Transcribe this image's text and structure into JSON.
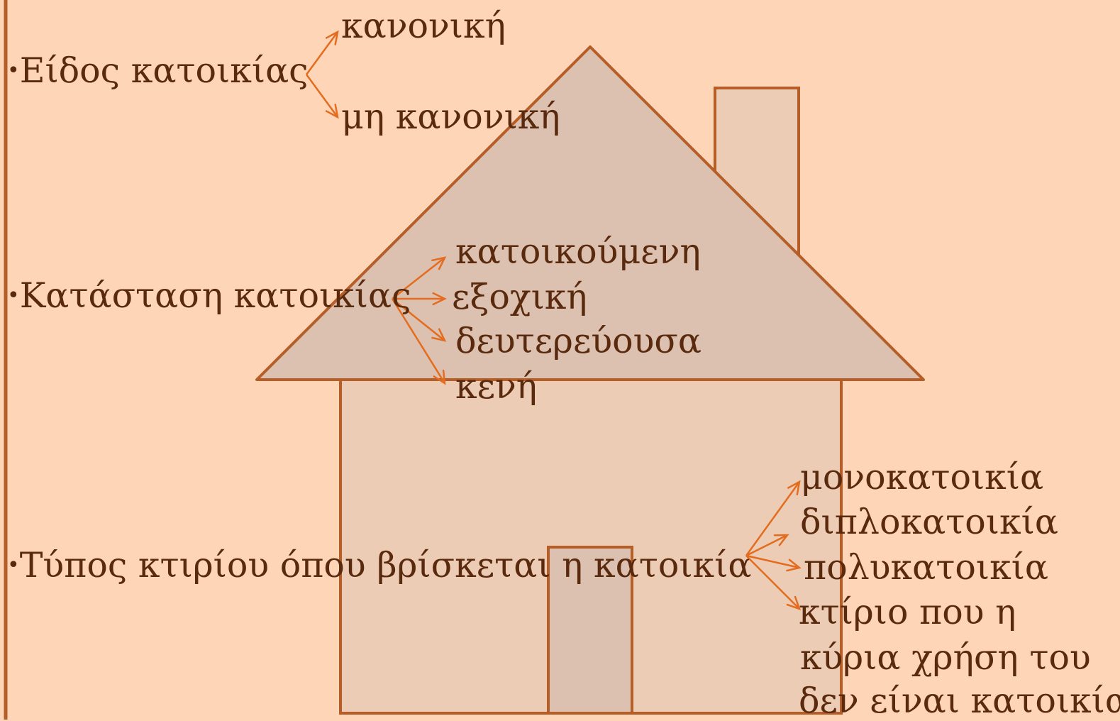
{
  "colors": {
    "background": "#ffd5b8",
    "house_stroke": "#b65e28",
    "roof_fill": "#dcc0b0",
    "body_fill": "#ecccb4",
    "arrow": "#e36c1e",
    "text": "#5a2a0e"
  },
  "bullet_symbol": "•",
  "groups": [
    {
      "label": "Είδος κατοικίας",
      "options": [
        "κανονική",
        "μη κανονική"
      ]
    },
    {
      "label": "Κατάσταση κατοικίας",
      "options": [
        "κατοικούμενη",
        "εξοχική",
        "δευτερεύουσα",
        "κενή"
      ]
    },
    {
      "label": "Τύπος κτιρίου όπου βρίσκεται η κατοικία",
      "options": [
        "μονοκατοικία",
        "διπλοκατοικία",
        "πολυκατοικία",
        "κτίριο που η",
        "κύρια χρήση του",
        "δεν είναι κατοικία"
      ]
    }
  ]
}
